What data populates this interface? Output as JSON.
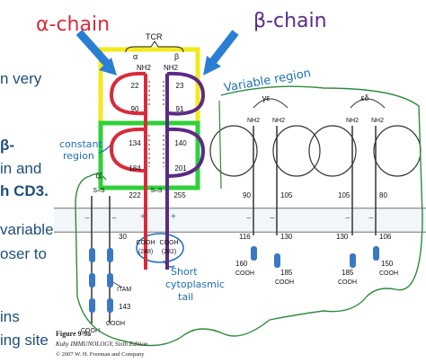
{
  "slide_fragments": [
    {
      "text": "n very",
      "bold": false
    },
    {
      "text": "β-",
      "bold": true
    },
    {
      "text": "in and",
      "bold": false
    },
    {
      "text": "h CD3.",
      "bold": true
    },
    {
      "text": "variable",
      "bold": false
    },
    {
      "text": "oser to",
      "bold": false
    },
    {
      "text": "ins",
      "bold": false
    },
    {
      "text": "ing site",
      "bold": false
    }
  ],
  "annotations": {
    "alpha_chain": "α-chain",
    "beta_chain": "β-chain",
    "variable_region": "Variable region",
    "constant_region_1": "constant",
    "constant_region_2": "region",
    "short_tail_1": "Short",
    "short_tail_2": "cytoplasmic",
    "short_tail_3": "tail"
  },
  "diagram": {
    "tcr_label": "TCR",
    "alpha": "α",
    "beta": "β",
    "nh2": "NH2",
    "ge_label": "γε",
    "ed_label": "εδ",
    "zeta_label": "ζζ",
    "ss_label": "S–S",
    "itam_label": "ITAM",
    "cooh": "COOH",
    "alpha_nums": [
      "22",
      "90",
      "134",
      "184",
      "222"
    ],
    "beta_nums": [
      "23",
      "91",
      "140",
      "201",
      "255"
    ],
    "alpha_cooh_num": "(248)",
    "beta_cooh_num": "(282)",
    "zeta_nums": [
      "30",
      "143"
    ],
    "ge_nums": [
      "90",
      "105",
      "116",
      "130",
      "160",
      "185"
    ],
    "ed_nums": [
      "105",
      "80",
      "130",
      "106",
      "185",
      "150"
    ]
  },
  "caption": {
    "figure": "Figure 9-9a",
    "book": "Kuby IMMUNOLOGY, Sixth Edition",
    "copyright": "© 2007 W. H. Freeman and Company"
  },
  "colors": {
    "alpha_chain": "#d92b3a",
    "beta_chain": "#5b2a86",
    "highlight_yellow": "#f2ea1e",
    "highlight_green": "#2fd03a",
    "annotation_blue": "#1e6fb8",
    "annotation_green": "#2e8b3c",
    "text_blue": "#1f4e79"
  }
}
